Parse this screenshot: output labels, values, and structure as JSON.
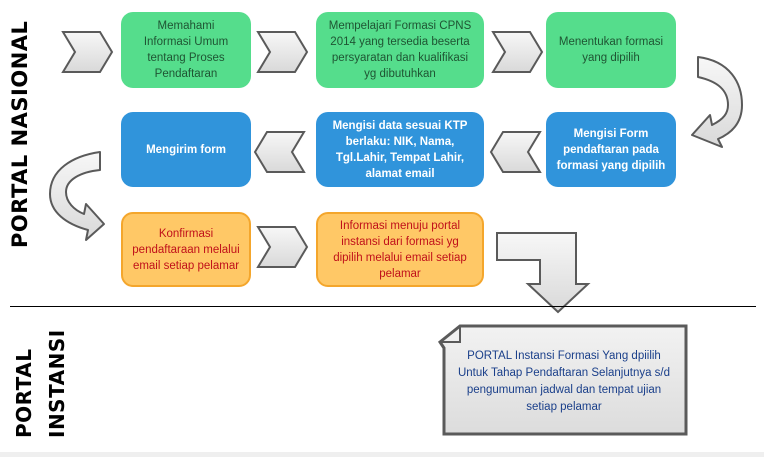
{
  "sections": {
    "nasional_label": "PORTAL NASIONAL",
    "instansi_label_line1": "PORTAL",
    "instansi_label_line2": "INSTANSI"
  },
  "steps": [
    {
      "id": 1,
      "text": "Memahami\nInformasi Umum\ntentang Proses\nPendaftaran",
      "color": "green"
    },
    {
      "id": 2,
      "text": "Mempelajari Formasi CPNS\n2014 yang tersedia beserta\npersyaratan dan kualifikasi\nyg dibutuhkan",
      "color": "green"
    },
    {
      "id": 3,
      "text": "Menentukan formasi\nyang dipilih",
      "color": "green"
    },
    {
      "id": 4,
      "text": "Mengisi Form\npendaftaran pada\nformasi yang dipilih",
      "color": "blue"
    },
    {
      "id": 5,
      "text": "Mengisi data sesuai KTP\nberlaku: NIK, Nama,\nTgl.Lahir, Tempat Lahir,\nalamat email",
      "color": "blue"
    },
    {
      "id": 6,
      "text": "Mengirim form",
      "color": "blue"
    },
    {
      "id": 7,
      "text": "Konfirmasi\npendaftaraan melalui\nemail setiap pelamar",
      "color": "orange"
    },
    {
      "id": 8,
      "text": "Informasi menuju portal\ninstansi dari formasi yg\ndipilih melalui email  setiap\npelamar",
      "color": "orange"
    }
  ],
  "callout": {
    "text": "PORTAL Instansi Formasi Yang  dpiilih\nUntuk Tahap Pendaftaran Selanjutnya s/d\npengumuman jadwal dan tempat ujian\nsetiap pelamar"
  },
  "colors": {
    "green": "#55dd8c",
    "blue": "#3094db",
    "orange": "#ffc866",
    "orange_border": "#f4a62c",
    "arrow_fill": "#e6e6e6",
    "arrow_stroke": "#5a5a5a"
  }
}
